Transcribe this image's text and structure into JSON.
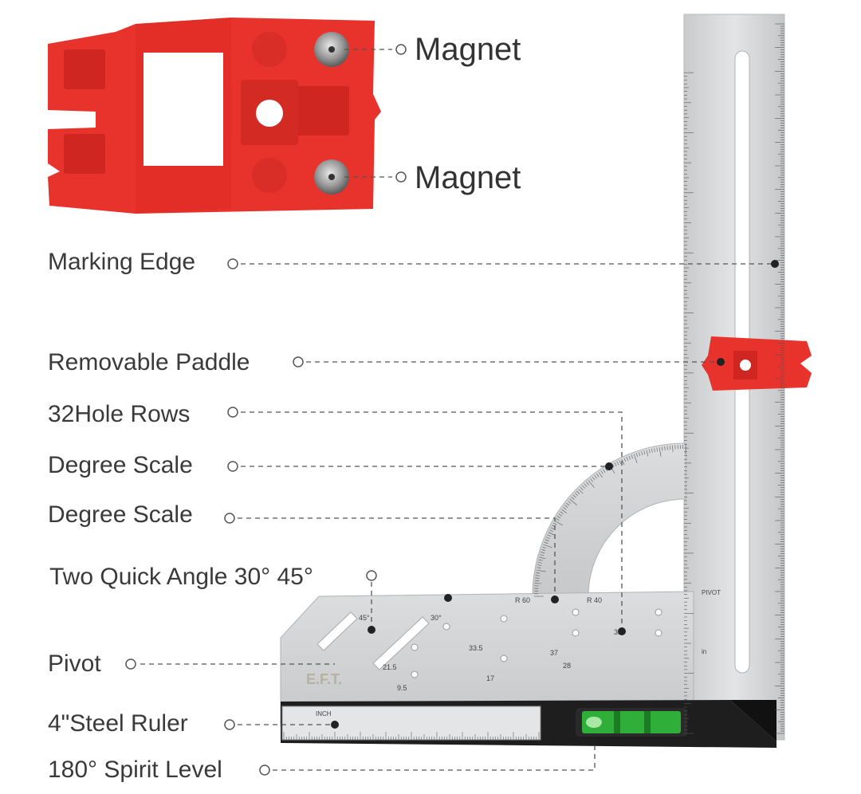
{
  "callouts": {
    "magnet_top": "Magnet",
    "magnet_bottom": "Magnet",
    "marking_edge": "Marking Edge",
    "removable_paddle": "Removable Paddle",
    "hole_rows": "32Hole Rows",
    "degree_scale_1": "Degree Scale",
    "degree_scale_2": "Degree Scale",
    "quick_angle": "Two Quick Angle 30° 45°",
    "pivot": "Pivot",
    "steel_ruler": "4\"Steel Ruler",
    "spirit_level": "180° Spirit Level"
  },
  "tool_markings": {
    "inch_label": "INCH",
    "pivot_mark": "PIVOT",
    "r60": "R 60",
    "r40": "R 40",
    "angle_45": "45°",
    "angle_30": "30°",
    "dim_33_5": "33.5",
    "dim_21_5": "21.5",
    "dim_9_5": "9.5",
    "dim_17": "17",
    "dim_37": "37",
    "dim_28": "28",
    "dim_35": "35",
    "in_mark": "in",
    "brand": "E.F.T."
  },
  "colors": {
    "paddle_red": "#e8322c",
    "steel": "#d4d6d8",
    "dark_handle": "#1e1e1e",
    "level_green": "#2fae3a",
    "leader_line": "#555555"
  }
}
